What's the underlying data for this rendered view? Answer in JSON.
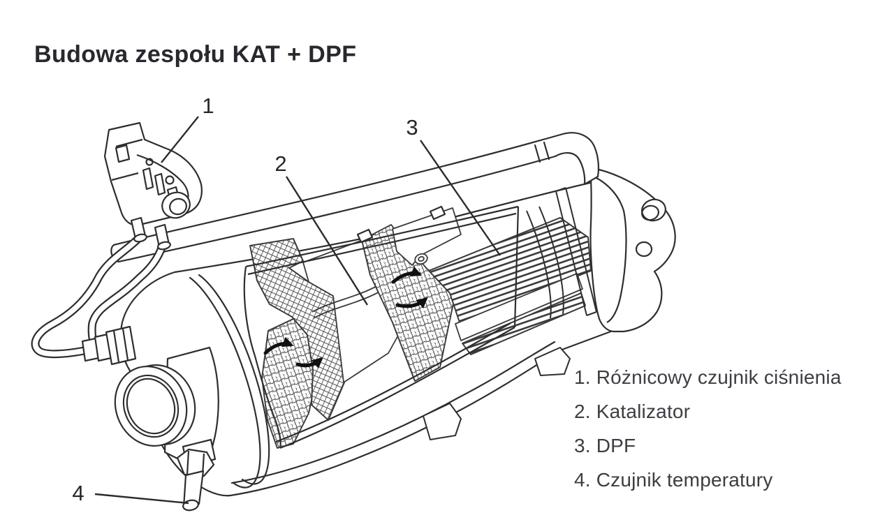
{
  "title": "Budowa zespołu KAT + DPF",
  "colors": {
    "background": "#ffffff",
    "ink": "#2e2e2e",
    "title_text": "#28282e",
    "legend_text": "#3d3d43",
    "flow_arrow": "#101010"
  },
  "diagram": {
    "markers": [
      {
        "label": "1"
      },
      {
        "label": "2"
      },
      {
        "label": "3"
      },
      {
        "label": "4"
      }
    ]
  },
  "legend": {
    "items": [
      "1. Różnicowy czujnik ciśnienia",
      "2. Katalizator",
      "3. DPF",
      "4. Czujnik temperatury"
    ]
  }
}
